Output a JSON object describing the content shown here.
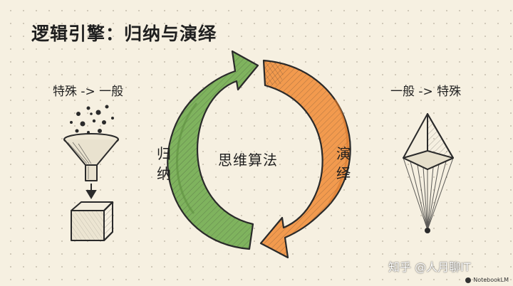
{
  "title": "逻辑引擎：归纳与演绎",
  "left_label": "特殊 -> 一般",
  "right_label": "一般 -> 特殊",
  "center_label": "思维算法",
  "induction_chars": [
    "归",
    "纳"
  ],
  "deduction_chars": [
    "演",
    "绎"
  ],
  "watermark": "知乎 @人月聊IT",
  "logo_text": "NotebookLM",
  "colors": {
    "induction_green": "#7fb35e",
    "deduction_orange": "#f29a4e",
    "ink": "#2a2a2a",
    "background": "#f6f0e1"
  }
}
